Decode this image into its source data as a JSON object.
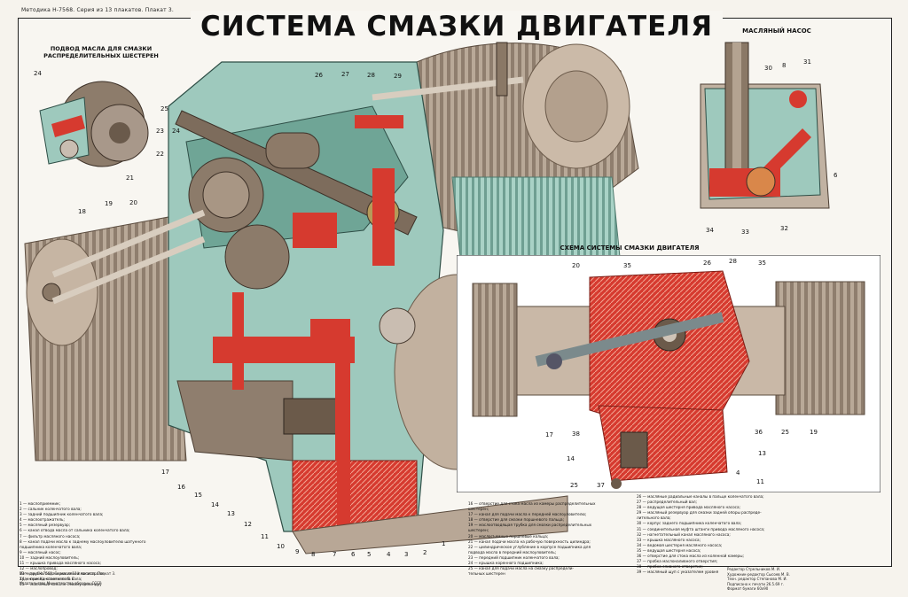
{
  "header": {
    "series_line": "Методика Н-7568. Серия из 13 плакатов. Плакат 3.",
    "title": "СИСТЕМА СМАЗКИ ДВИГАТЕЛЯ"
  },
  "insets": {
    "gear_oil_feed": "ПОДВОД МАСЛА ДЛЯ СМАЗКИ РАСПРЕДЕЛИТЕЛЬНЫХ ШЕСТЕРЕН",
    "oil_pump": "МАСЛЯНЫЙ НАСОС",
    "scheme": "СХЕМА СИСТЕМЫ СМАЗКИ ДВИГАТЕЛЯ"
  },
  "callouts": {
    "main_left": [
      "24",
      "25",
      "23",
      "24",
      "22",
      "18",
      "21",
      "20",
      "19",
      "17",
      "16",
      "15",
      "14",
      "13",
      "12",
      "11",
      "10",
      "9",
      "8",
      "7",
      "6",
      "5",
      "4",
      "3",
      "2",
      "1"
    ],
    "main_top": [
      "26",
      "27",
      "28",
      "29"
    ],
    "pump": [
      "30",
      "8",
      "31",
      "6",
      "34",
      "33",
      "32"
    ],
    "scheme": [
      "20",
      "35",
      "26",
      "28",
      "35",
      "17",
      "38",
      "14",
      "25",
      "37",
      "4",
      "11",
      "13",
      "36",
      "25",
      "19"
    ]
  },
  "legend_left": [
    "1 — маслоприемник;",
    "2 — сальник коленчатого вала;",
    "3 — задний подшипник коленчатого вала;",
    "4 — маслоотражатель;",
    "5 — масляный резервуар;",
    "6 — канал отвода масла от сальника коленчатого вала;",
    "7 — фильтр масляного насоса;",
    "8 — канал подачи масла к заднему маслоуловителю шатунного",
    "    подшипника коленчатого вала;",
    "9 — масляный насос;",
    "10 — задний маслоуловитель;",
    "11 — крышка привода масляного насоса;",
    "12 — маслопровод;",
    "13 — трубка подачи масляной магистрали;",
    "14 — привод коленчатого вала;",
    "15 — масляный канал к левому цилиндру"
  ],
  "legend_mid": [
    "16 — отверстие для стока масла из камеры распределительных",
    "     шестерен;",
    "17 — канал для подачи масла к передней маслоуловителю;",
    "18 — отверстие для смазки поршневого пальца;",
    "19 — маслоотводящая трубка для смазки распределительных",
    "     шестерен;",
    "20 — маслосъемные поршневые кольца;",
    "21 — канал подачи масла на рабочую поверхность цилиндра;",
    "22 — цилиндрическое углубление в корпусе подшипника для",
    "     подвода масла в передний маслоуловитель;",
    "23 — передний подшипник коленчатого вала;",
    "24 — крышка коренного подшипника;",
    "25 — канал для подачи масла на смазку распредели-",
    "     тельных шестерен"
  ],
  "legend_right": [
    "26 — масляные радиальные каналы в пальце коленчатого вала;",
    "27 — распределительный вал;",
    "28 — ведущая шестерня привода масляного насоса;",
    "29 — масляный резервуар для смазки задней опоры распреде-",
    "     лительного вала;",
    "30 — корпус заднего подшипника коленчатого вала;",
    "31 — соединительная муфта штанги привода масляного насоса;",
    "32 — нагнетательный канал масляного насоса;",
    "33 — крышка масляного насоса;",
    "34 — ведомая шестерня масляного насоса;",
    "35 — ведущая шестерня насоса;",
    "36 — отверстие для стока масла из коленной камеры;",
    "37 — пробка маслоналивного отверстия;",
    "38 — пробка сливного отверстия;",
    "39 — масляный щуп с указателем уровня"
  ],
  "credits_left": [
    "Методика Н-7568. Серия из 13 плакатов. Плакат 3.",
    "Художник Константинов В. Г.",
    "Издательство Министерства обороны СССР"
  ],
  "credits_right": [
    "Редактор Стрельников М. И.",
    "Художник-редактор Сысоев М. В.",
    "Техн. редактор Степанова М. И.",
    "Подписано к печати 26.5.69 г.",
    "Формат бумаги 60х90"
  ],
  "colors": {
    "oil_red": "#d63a2f",
    "metal_teal": "#9ec9bd",
    "aluminium": "#c4b5a6",
    "background": "#f8f6f1"
  }
}
